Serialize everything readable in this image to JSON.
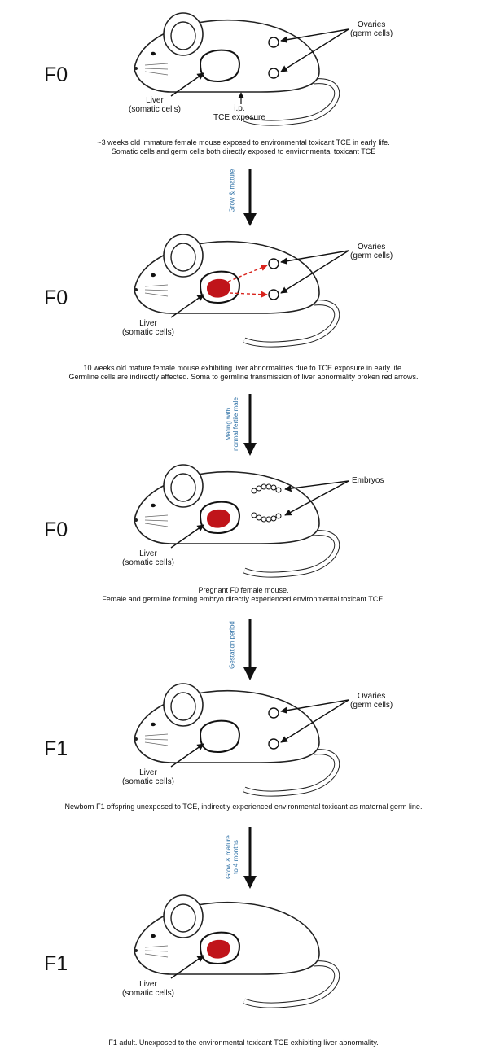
{
  "labels": {
    "ovaries": "Ovaries",
    "germ_cells": "(germ cells)",
    "liver": "Liver",
    "somatic_cells": "(somatic cells)",
    "ip": "i.p.",
    "tce_exposure": "TCE exposure",
    "embryos": "Embryos"
  },
  "stages": [
    {
      "generation": "F0",
      "caption": [
        "~3 weeks old immature female mouse exposed to environmental toxicant TCE in early life.",
        "Somatic cells and germ cells both directly exposed to environmental toxicant TCE"
      ]
    },
    {
      "generation": "F0",
      "caption": [
        "10 weeks old mature female mouse exhibiting liver abnormalities due to TCE exposure in early life.",
        "Germline cells are indirectly affected. Soma to germline transmission of liver abnormality broken red arrows."
      ]
    },
    {
      "generation": "F0",
      "caption": [
        "Pregnant F0 female mouse.",
        "Female and germline forming embryo directly experienced environmental toxicant TCE."
      ]
    },
    {
      "generation": "F1",
      "caption": [
        "Newborn F1 offspring unexposed to TCE, indirectly experienced environmental toxicant as maternal germ line."
      ]
    },
    {
      "generation": "F1",
      "caption": [
        "F1 adult. Unexposed to the environmental toxicant TCE exhibiting liver abnormality."
      ]
    }
  ],
  "transitions": [
    {
      "label_lines": [
        "Grow & mature"
      ]
    },
    {
      "label_lines": [
        "Mating with",
        "normal fertile male"
      ]
    },
    {
      "label_lines": [
        "Gestation period"
      ]
    },
    {
      "label_lines": [
        "Grow & mature",
        "to 4 months"
      ]
    }
  ],
  "colors": {
    "liver_abnormal": "#c0141a",
    "step_label": "#2c6fa5",
    "red_arrow": "#d9231c"
  }
}
